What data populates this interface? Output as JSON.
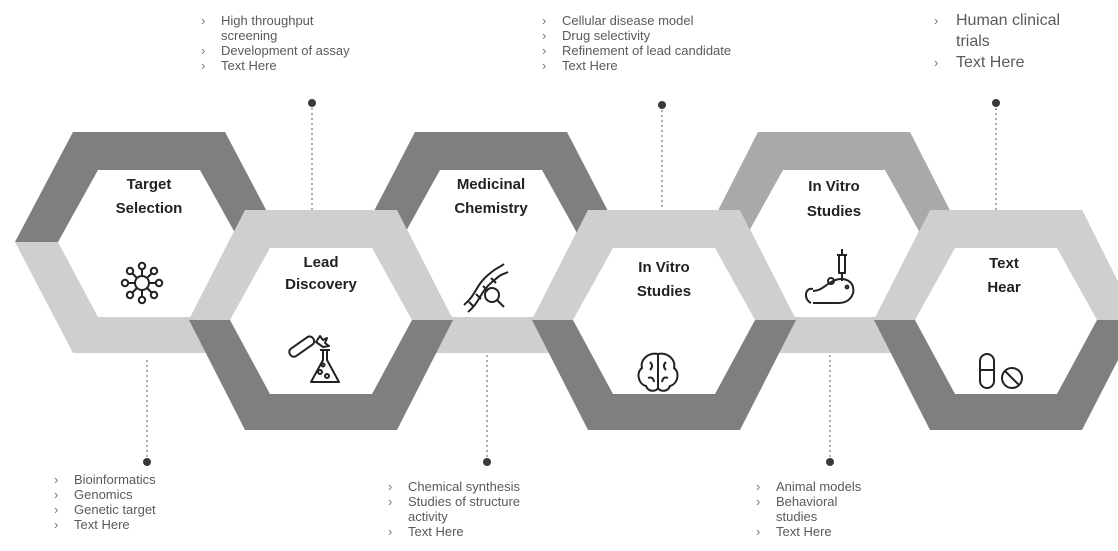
{
  "hexagons": [
    {
      "id": "target",
      "line1": "Target",
      "line2": "Selection",
      "icon": "network-icon"
    },
    {
      "id": "lead",
      "line1": "Lead",
      "line2": "Discovery",
      "icon": "test-tube-flask-icon"
    },
    {
      "id": "medchem",
      "line1": "Medicinal",
      "line2": "Chemistry",
      "icon": "dna-magnifier-icon"
    },
    {
      "id": "invitro1",
      "line1": "In Vitro",
      "line2": "Studies",
      "icon": "brain-icon"
    },
    {
      "id": "invitro2",
      "line1": "In Vitro",
      "line2": "Studies",
      "icon": "mouse-syringe-icon"
    },
    {
      "id": "texthear",
      "line1": "Text",
      "line2": "Hear",
      "icon": "pills-icon"
    }
  ],
  "notes": {
    "lead_top": [
      "High throughput screening",
      "Development  of assay",
      "Text Here"
    ],
    "invitro_top": [
      "Cellular disease model",
      "Drug selectivity",
      "Refinement of lead candidate",
      "Text Here"
    ],
    "texthear_top": [
      "Human clinical trials",
      "Text Here"
    ],
    "target_bottom": [
      "Bioinformatics",
      "Genomics",
      "Genetic target",
      "Text Here"
    ],
    "medchem_bottom": [
      "Chemical synthesis",
      "Studies of structure activity",
      "Text Here"
    ],
    "invitro2_bottom": [
      "Animal models",
      "Behavioral studies",
      "Text Here"
    ]
  },
  "colors": {
    "dark": "#7f7f7f",
    "mid": "#a9a9a9",
    "light": "#cfcfcf",
    "inner": "#ffffff",
    "text": "#222222"
  }
}
